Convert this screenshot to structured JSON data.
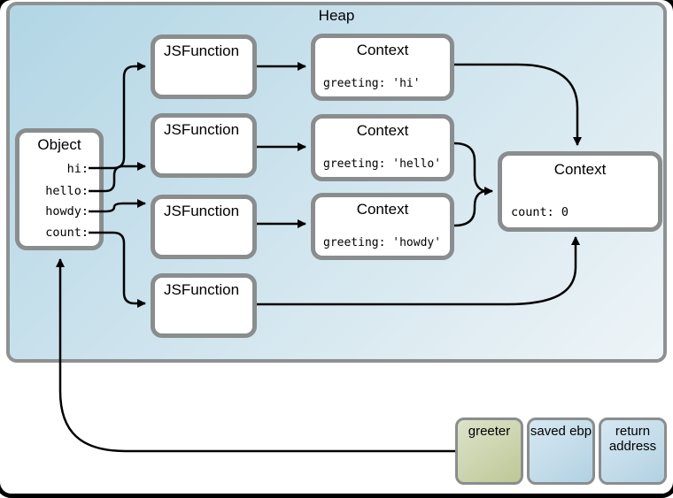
{
  "heap": {
    "label": "Heap"
  },
  "object_box": {
    "title": "Object",
    "properties": [
      "hi:",
      "hello:",
      "howdy:",
      "count:"
    ]
  },
  "jsfunctions": [
    {
      "label": "JSFunction"
    },
    {
      "label": "JSFunction"
    },
    {
      "label": "JSFunction"
    },
    {
      "label": "JSFunction"
    }
  ],
  "contexts": [
    {
      "title": "Context",
      "body": "greeting: 'hi'"
    },
    {
      "title": "Context",
      "body": "greeting: 'hello'"
    },
    {
      "title": "Context",
      "body": "greeting: 'howdy'"
    }
  ],
  "main_context": {
    "title": "Context",
    "body": "count: 0"
  },
  "stack": [
    {
      "label": "greeter"
    },
    {
      "label": "saved ebp"
    },
    {
      "label": "return address"
    }
  ],
  "colors": {
    "heap_gradient_start": "#b2d6e5",
    "heap_gradient_end": "#eef4f7",
    "box_border_gray": "#8a8d8e",
    "stack_green_start": "#dde2ca",
    "stack_green_end": "#bdc794",
    "stack_blue_start": "#d6e8f1",
    "stack_blue_end": "#b0d1e2",
    "arrow_color": "#000000"
  }
}
